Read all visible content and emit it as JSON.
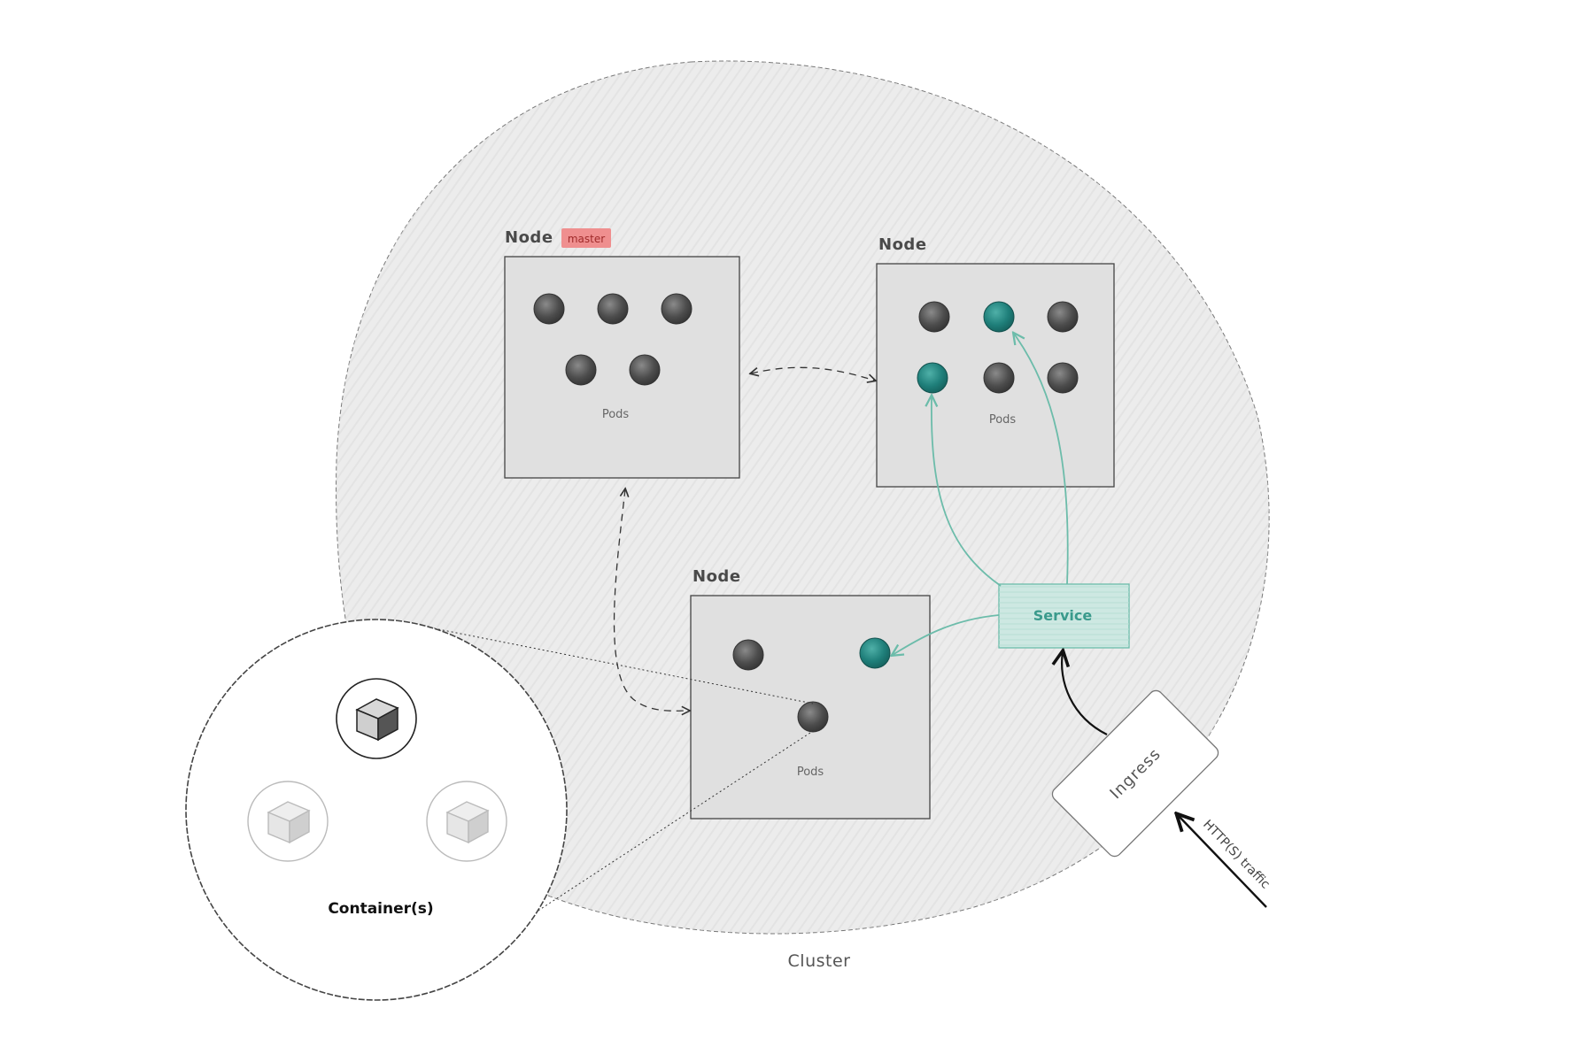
{
  "cluster": {
    "label": "Cluster"
  },
  "nodes": [
    {
      "id": "master",
      "title": "Node",
      "badge": "master",
      "pods_label": "Pods",
      "pods": [
        "plain",
        "plain",
        "plain",
        "plain",
        "plain"
      ]
    },
    {
      "id": "node-right",
      "title": "Node",
      "pods_label": "Pods",
      "pods": [
        "plain",
        "teal",
        "plain",
        "teal",
        "plain",
        "plain"
      ]
    },
    {
      "id": "node-bottom",
      "title": "Node",
      "pods_label": "Pods",
      "pods": [
        "plain",
        "teal",
        "plain"
      ]
    }
  ],
  "service": {
    "label": "Service"
  },
  "ingress": {
    "label": "Ingress"
  },
  "traffic": {
    "label": "HTTP(S) traffic"
  },
  "zoom": {
    "label": "Container(s)"
  },
  "colors": {
    "pod": "#4d4d4d",
    "pod_teal": "#1f7f7a",
    "service_fill": "#cde8e2",
    "service_stroke": "#6cbcaa",
    "teal_arrow": "#6cbcaa",
    "badge_fill": "#ef8f8f",
    "cluster_fill": "#ececec"
  },
  "icons": [
    "pod-icon",
    "container-cube-icon"
  ]
}
